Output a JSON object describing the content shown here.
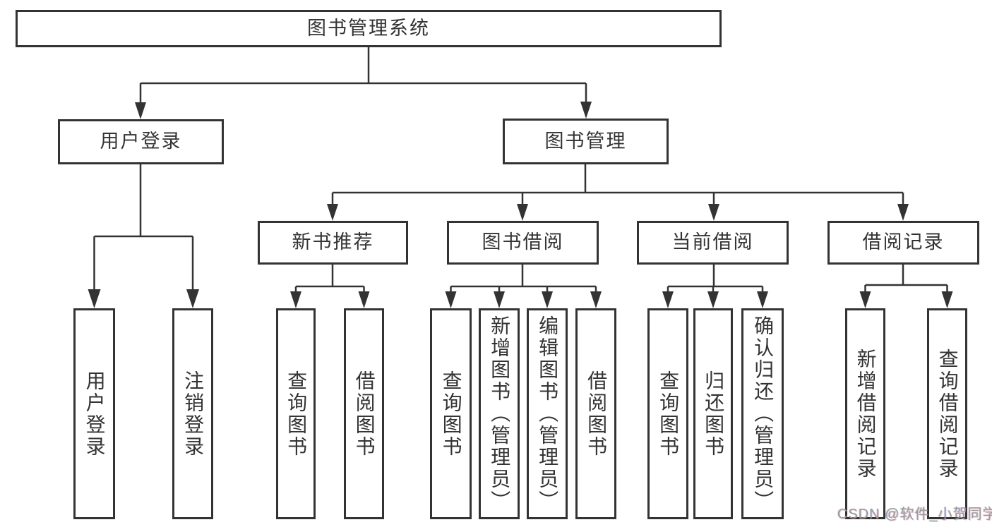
{
  "tree": {
    "root": {
      "label": "图书管理系统"
    },
    "branches": [
      {
        "label": "用户登录",
        "children": [
          {
            "label": "用户登录"
          },
          {
            "label": "注销登录"
          }
        ]
      },
      {
        "label": "图书管理",
        "children": [
          {
            "label": "新书推荐",
            "children": [
              {
                "label": "查询图书"
              },
              {
                "label": "借阅图书"
              }
            ]
          },
          {
            "label": "图书借阅",
            "children": [
              {
                "label": "查询图书"
              },
              {
                "label": "新增图书（管理员）"
              },
              {
                "label": "编辑图书（管理员）"
              },
              {
                "label": "借阅图书"
              }
            ]
          },
          {
            "label": "当前借阅",
            "children": [
              {
                "label": "查询图书"
              },
              {
                "label": "归还图书"
              },
              {
                "label": "确认归还（管理员）"
              }
            ]
          },
          {
            "label": "借阅记录",
            "children": [
              {
                "label": "新增借阅记录"
              },
              {
                "label": "查询借阅记录"
              }
            ]
          }
        ]
      }
    ]
  },
  "watermark": {
    "text": "CSDN @软件_小贺同学"
  },
  "colors": {
    "line": "#333333",
    "box_border": "#333333",
    "text": "#333333",
    "watermark": "#9b9b9b",
    "background": "#ffffff"
  }
}
